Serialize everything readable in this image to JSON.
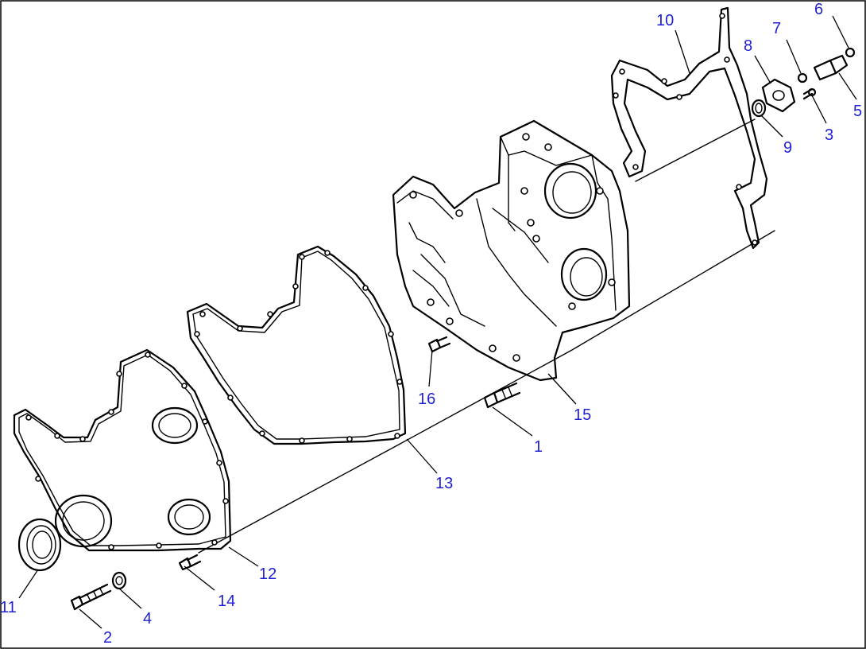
{
  "diagram": {
    "callouts": [
      {
        "id": "1",
        "label": "1"
      },
      {
        "id": "2",
        "label": "2"
      },
      {
        "id": "3",
        "label": "3"
      },
      {
        "id": "4",
        "label": "4"
      },
      {
        "id": "5",
        "label": "5"
      },
      {
        "id": "6",
        "label": "6"
      },
      {
        "id": "7",
        "label": "7"
      },
      {
        "id": "8",
        "label": "8"
      },
      {
        "id": "9",
        "label": "9"
      },
      {
        "id": "10",
        "label": "10"
      },
      {
        "id": "11",
        "label": "11"
      },
      {
        "id": "12",
        "label": "12"
      },
      {
        "id": "13",
        "label": "13"
      },
      {
        "id": "14",
        "label": "14"
      },
      {
        "id": "15",
        "label": "15"
      },
      {
        "id": "16",
        "label": "16"
      }
    ],
    "colors": {
      "callout_text": "#1f1fd6",
      "line_art": "#000000",
      "background": "#ffffff"
    }
  }
}
